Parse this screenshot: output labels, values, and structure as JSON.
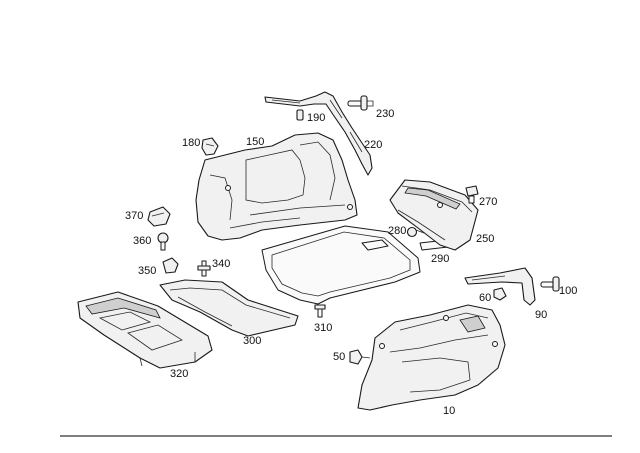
{
  "callouts": {
    "c10": "10",
    "c50": "50",
    "c60": "60",
    "c90": "90",
    "c100": "100",
    "c150": "150",
    "c180": "180",
    "c190": "190",
    "c220": "220",
    "c230": "230",
    "c250": "250",
    "c270": "270",
    "c280": "280",
    "c290": "290",
    "c300": "300",
    "c310": "310",
    "c320": "320",
    "c340": "340",
    "c350": "350",
    "c360": "360",
    "c370": "370"
  }
}
